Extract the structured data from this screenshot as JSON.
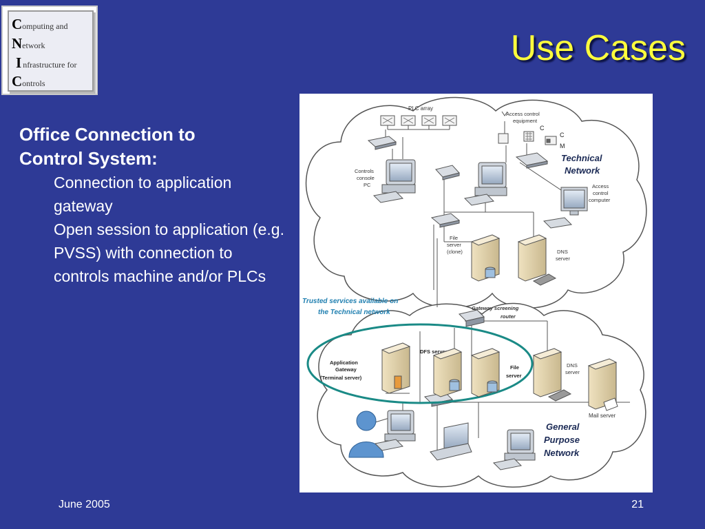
{
  "logo": {
    "lines": [
      {
        "cap": "C",
        "rest": "omputing and"
      },
      {
        "cap": "N",
        "rest": "etwork"
      },
      {
        "cap": "I",
        "rest": "nfrastructure for"
      },
      {
        "cap": "C",
        "rest": "ontrols"
      }
    ]
  },
  "title": "Use Cases",
  "content": {
    "heading_line1": "Office Connection to",
    "heading_line2": "Control System:",
    "bullets": [
      "Connection to application gateway",
      "Open session to application (e.g. PVSS) with connection to controls machine and/or PLCs"
    ]
  },
  "diagram": {
    "plc_array": "PLC array",
    "access_control_line1": "Access control",
    "access_control_line2": "equipment",
    "card_letter_c1": "C",
    "card_letter_c2": "C",
    "card_letter_m": "M",
    "technical_line1": "Technical",
    "technical_line2": "Network",
    "controls_console_line1": "Controls",
    "controls_console_line2": "console",
    "controls_console_line3": "PC",
    "access_computer_line1": "Access",
    "access_computer_line2": "control",
    "access_computer_line3": "computer",
    "file_server_clone_line1": "File",
    "file_server_clone_line2": "server",
    "file_server_clone_line3": "(clone)",
    "dns_top_line1": "DNS",
    "dns_top_line2": "server",
    "trusted_line1": "Trusted services available on",
    "trusted_line2": "the Technical network",
    "gateway_router_line1": "Gateway screening",
    "gateway_router_line2": "router",
    "app_gateway_line1": "Application",
    "app_gateway_line2": "Gateway",
    "app_gateway_line3": "(Terminal server)",
    "dfs_server": "DFS server",
    "file_server_bottom_line1": "File",
    "file_server_bottom_line2": "server",
    "dns_bottom_line1": "DNS",
    "dns_bottom_line2": "server",
    "mail_server": "Mail server",
    "general_line1": "General",
    "general_line2": "Purpose",
    "general_line3": "Network"
  },
  "footer": {
    "date": "June 2005",
    "page": "21"
  },
  "colors": {
    "background": "#2e3a96",
    "title": "#ffff3c",
    "trusted_text": "#1f7fb0",
    "trusted_ellipse": "#1a8a86"
  }
}
